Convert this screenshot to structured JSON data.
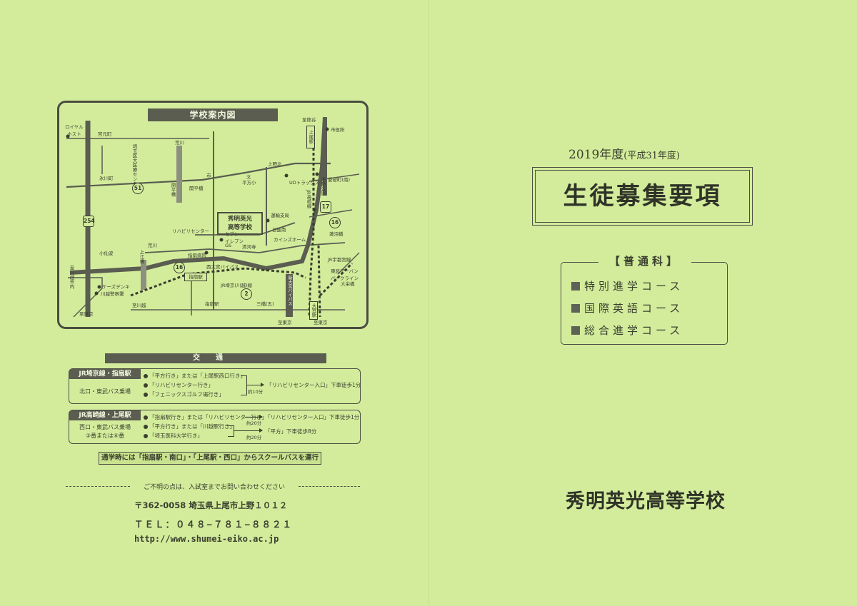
{
  "left": {
    "map": {
      "title": "学校案内図",
      "school": [
        "秀明英光",
        "高等学校"
      ],
      "labels": {
        "royal_host": [
          "ロイヤル",
          "ホスト"
        ],
        "miyamoto": "宮元町",
        "saitama_med": [
          "埼玉医大",
          "医療センター"
        ],
        "arakawa_top": "荒川",
        "hikawa": "氷川町",
        "kaiheibashi_v": "開平橋",
        "kaiheibashi": "開平橋",
        "shi": "市",
        "hiraka_school": "平方小",
        "bun": "文",
        "kaminoshima": "上野北",
        "ud_trucks": "UDトラックス",
        "shiyakusho": "市役所",
        "shiminokyu": "至熊谷",
        "ageo_stn": "上尾駅",
        "aiko": "愛宕町(南)",
        "sports_park": "運動公園",
        "jr_takasaki": "JR高崎線",
        "unyu": "運輸支局",
        "rihabiri": "リハビリセンター",
        "seven": [
          "セブン",
          "イレブン"
        ],
        "gs": "GS",
        "kainzu": "カインズホーム",
        "hikariminami": "日進南",
        "kiyokawa": "清河寺",
        "sashiogi_hosp": "指扇病院",
        "kosenba": "小仙波",
        "arakawa_mid": "荒川",
        "kamiebashi": "上江橋",
        "nishi_bypass": "西大宮バイパス",
        "kawagoe_city": [
          "至川越市内"
        ],
        "keiyu": "ケーズデンキ",
        "kawagoe_police": "川越警察署",
        "sashiogi_stn": "指扇駅",
        "jr_saikyo": "JR埼京(川越)線",
        "jr_saikyo_stn": "JR宇都宮線",
        "tobu_urban": [
          "東武アーバン",
          "パークライン"
        ],
        "omiya_park": "大栄橋",
        "shinkawa": "蓮沼橋",
        "kawagoe_to": "至川越",
        "sashiogi_bottom": "指扇駅",
        "mitsuhashi": "三橋(五)",
        "shin_omiya_bypass": "新大宮バイパス",
        "omiya_stn": "大宮駅",
        "to_tokyo_1": "至東京",
        "to_tokyo_2": "至東京",
        "to_tokyo_3": "至東京"
      },
      "routes": {
        "r51": "51",
        "r254": "254",
        "r17": "17",
        "r16a": "16",
        "r16b": "16",
        "r2": "2"
      }
    },
    "transport": {
      "header": "交通",
      "box1": {
        "station": "JR埼京線・指扇駅",
        "stop": "北口・東武バス乗場",
        "lines": [
          "「平方行き」または「上尾駅西口行き」",
          "「リハビリセンター行き」",
          "「フェニックスゴルフ場行き」"
        ],
        "minutes": "約10分",
        "dest": "「リハビリセンター入口」下車徒歩1分"
      },
      "box2": {
        "station": "JR高崎線・上尾駅",
        "stop1": "西口・東武バス乗場",
        "stop2": "③番または⑥番",
        "lines": [
          "「指扇駅行き」または「リハビリセンター行き」",
          "「平方行き」または「川越駅行き」",
          "「埼玉医科大学行き」"
        ],
        "minutes1": "約20分",
        "minutes2": "約20分",
        "dest1": "「リハビリセンター入口」下車徒歩1分",
        "dest2": "「平方」下車徒歩8分"
      },
      "school_bus": "通学時には「指扇駅・南口」・「上尾駅・西口」からスクールバスを運行"
    },
    "contact": {
      "note": "ご不明の点は、入試室までお問い合わせください",
      "address": "〒362-0058 埼玉県上尾市上野１０１２",
      "tel": "ＴＥＬ：０４８−７８１−８８２１",
      "url": "http://www.shumei-eiko.ac.jp"
    }
  },
  "right": {
    "year": "2019年度",
    "year_sub": "(平成31年度)",
    "title": "生徒募集要項",
    "department": "【普通科】",
    "courses": [
      "特別進学コース",
      "国際英語コース",
      "総合進学コース"
    ],
    "school_name": "秀明英光高等学校"
  },
  "colors": {
    "paper": "#d3ec9c",
    "ink": "#3a3f2e",
    "box_fill": "#5a5d50"
  }
}
